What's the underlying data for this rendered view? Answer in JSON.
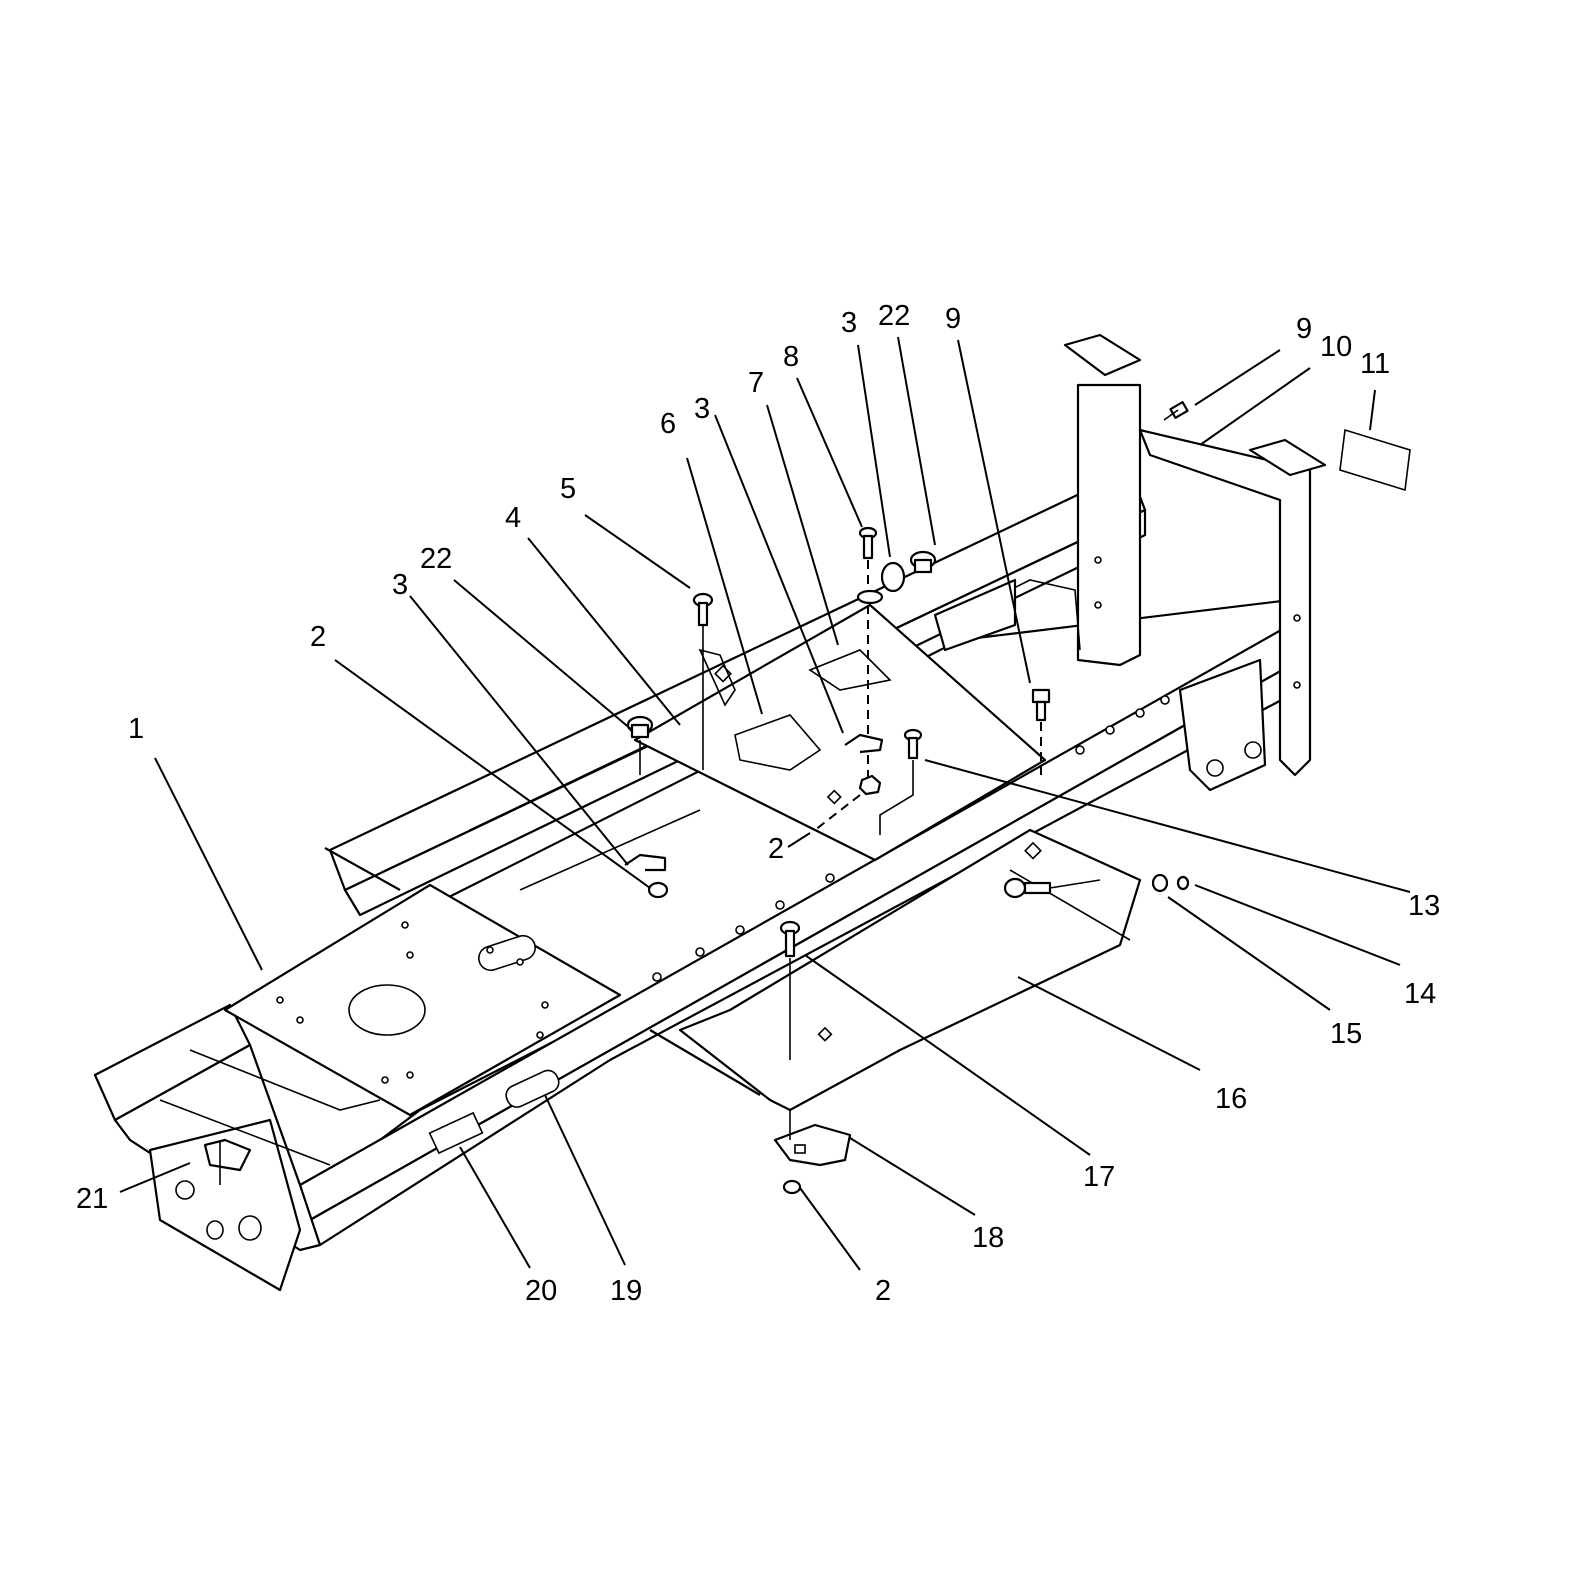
{
  "diagram": {
    "callouts": {
      "c1": "1",
      "c2a": "2",
      "c2b": "2",
      "c2c": "2",
      "c3a": "3",
      "c3b": "3",
      "c3c": "3",
      "c4": "4",
      "c5": "5",
      "c6": "6",
      "c7": "7",
      "c8": "8",
      "c9a": "9",
      "c9b": "9",
      "c10": "10",
      "c11": "11",
      "c13": "13",
      "c14": "14",
      "c15": "15",
      "c16": "16",
      "c17": "17",
      "c18": "18",
      "c19": "19",
      "c20": "20",
      "c21": "21",
      "c22a": "22",
      "c22b": "22"
    }
  }
}
